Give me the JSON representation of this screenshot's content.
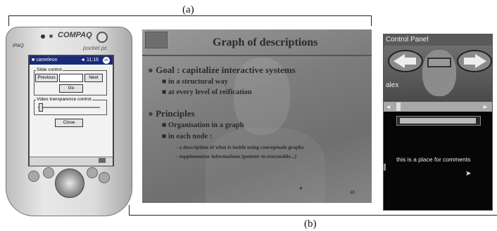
{
  "captions": {
    "a": "(a)",
    "b": "(b)"
  },
  "pda": {
    "brand": "COMPAQ",
    "model": "pocket pc",
    "ipaq": "iPAQ",
    "app_title": "cameleon",
    "clock": "11:16",
    "ok": "ok",
    "slide_control_label": "Slide control",
    "previous_label": "Previous",
    "next_label": "Next",
    "go_label": "Go",
    "video_label": "Video transparence control",
    "close_label": "Close"
  },
  "slide": {
    "title": "Graph of descriptions",
    "bullets": [
      {
        "text": "Goal : capitalize interactive systems",
        "subs": [
          "in a structural way",
          "at every level of reification"
        ]
      },
      {
        "text": "Principles",
        "subs": [
          "Organisation in a graph",
          "in each node :"
        ]
      }
    ],
    "subsubs": [
      "a description of what is inside using conceptuals graphs",
      "supplementar informations (pointer to executable...)"
    ],
    "page_number": "48"
  },
  "control_panel": {
    "title": "Control Panel",
    "user": "alex",
    "comment": "this is a place for comments"
  },
  "colors": {
    "pda_titlebar": "#1a2a7a",
    "panel_bg": "#060606"
  }
}
